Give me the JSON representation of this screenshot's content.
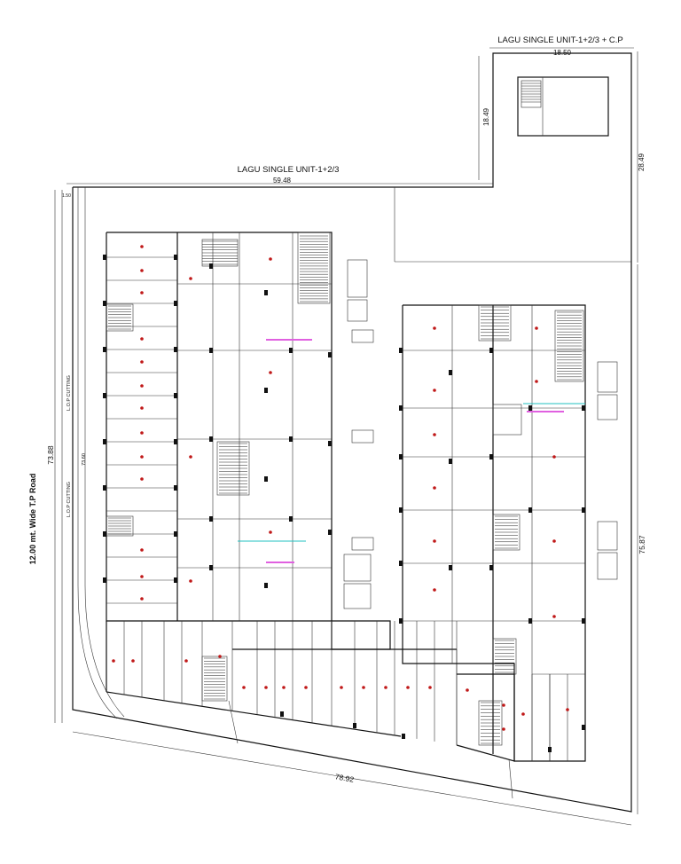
{
  "labels": {
    "top_heading": "LAGU SINGLE UNIT-1+2/3 + C.P",
    "mid_heading": "LAGU SINGLE UNIT-1+2/3",
    "road": "12.00 mt. Wide T.P Road",
    "lop_cutting_upper": "L.O.P CUTTING",
    "lop_cutting_lower": "L.O.P CUTTING"
  },
  "dimensions": {
    "top_width": "18.50",
    "top_depth": "18.49",
    "right_upper": "28.49",
    "mid_width": "59.48",
    "left_outer": "73.88",
    "left_inner": "73.60",
    "right_lower": "75.87",
    "bottom": "78.92",
    "small_offset": "1.50"
  },
  "colors": {
    "line": "#111111",
    "marker": "#c01818",
    "annotation_magenta": "#e060e0",
    "annotation_cyan": "#20c0c0"
  }
}
